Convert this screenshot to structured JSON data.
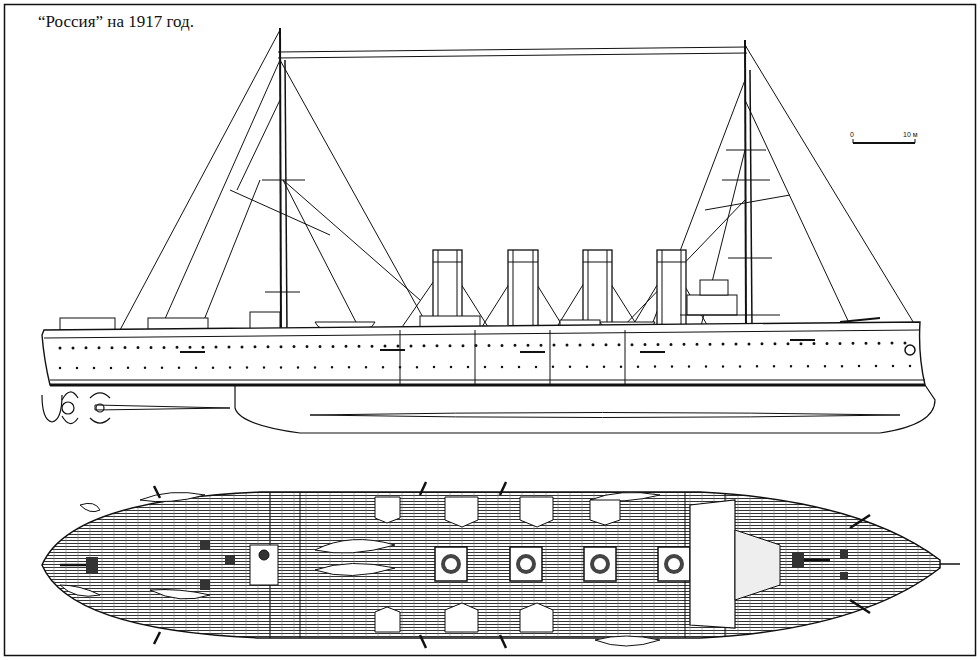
{
  "diagram": {
    "title": "“Россия” на 1917 год.",
    "labels": [
      "0",
      "10 м"
    ]
  }
}
